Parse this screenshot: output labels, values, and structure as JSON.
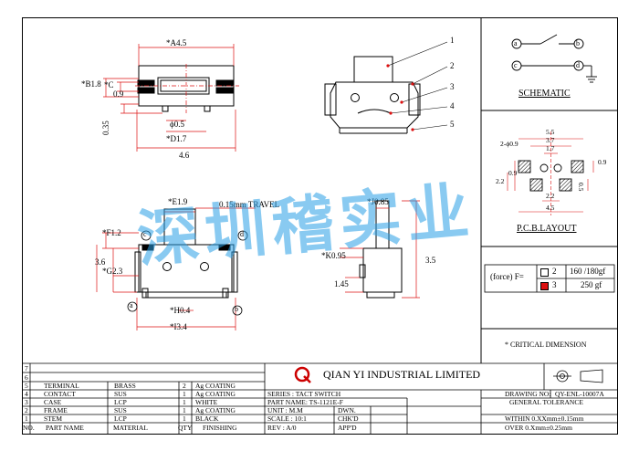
{
  "top_view": {
    "dim_a": "*A4.5",
    "dim_b": "*B1.8",
    "dim_c": "*C",
    "dim_c_val": "0.9",
    "dim_phi": "ϕ0.5",
    "dim_d": "*D1.7",
    "dim_035": "0.35",
    "dim_46": "4.6"
  },
  "side_view": {
    "dim_e": "*E1.9",
    "travel": "0.15mm  TRAVEL",
    "dim_f": "*F1.2",
    "dim_36": "3.6",
    "dim_g": "*G2.3",
    "dim_h": "*H0.4",
    "dim_i": "*I3.4",
    "pin_a": "a",
    "pin_b": "b",
    "pin_c": "c",
    "pin_d": "d"
  },
  "end_view": {
    "dim_j": "*J0.85",
    "dim_k": "*K0.95",
    "dim_35": "3.5",
    "dim_145": "1.45"
  },
  "callouts": [
    "1",
    "2",
    "3",
    "4",
    "5"
  ],
  "schematic": {
    "title": "SCHEMATIC",
    "nodes": [
      "a",
      "b",
      "c",
      "d"
    ]
  },
  "pcb": {
    "title": "P.C.B.LAYOUT",
    "dims": {
      "d55": "5.5",
      "d37": "3.7",
      "d17": "1.7",
      "hole": "2-ϕ0.9",
      "d09a": "0.9",
      "d09b": "0.9",
      "d22v": "2.2",
      "d22h": "2.2",
      "d05": "0.5",
      "d45": "4.5"
    }
  },
  "force": {
    "label": "(force) F=",
    "rows": [
      {
        "num": "2",
        "value": "160 /180gf",
        "swatch": "#ffffff"
      },
      {
        "num": "3",
        "value": "250 gf",
        "swatch": "#d11"
      }
    ]
  },
  "critical": "* CRITICAL  DIMENSION",
  "title_block": {
    "company": "QIAN YI INDUSTRIAL LIMITED",
    "series": "SERIES : TACT SWITCH",
    "part_name": "PART NAME: TS-1121E-F",
    "unit": "UNIT : M.M",
    "dwn": "DWN.",
    "scale": "SCALE : 10:1",
    "chkd": "CHK'D",
    "rev": "REV  : A/0",
    "appd": "APP'D",
    "drawing_no_label": "DRAWING NO:",
    "drawing_no": "QY-ENL-10007A",
    "general_tolerance": "GENERAL TOLERANCE",
    "within": "WITHIN  0.XXmm±0.15mm",
    "over": "OVER   0.Xmm±0.25mm"
  },
  "bom": {
    "rows": [
      {
        "no": "7",
        "part": "",
        "material": "",
        "qty": "",
        "finish": ""
      },
      {
        "no": "6",
        "part": "",
        "material": "",
        "qty": "",
        "finish": ""
      },
      {
        "no": "5",
        "part": "TERMINAL",
        "material": "BRASS",
        "qty": "2",
        "finish": "Ag COATING"
      },
      {
        "no": "4",
        "part": "CONTACT",
        "material": "SUS",
        "qty": "1",
        "finish": "Ag COATING"
      },
      {
        "no": "3",
        "part": "CASE",
        "material": "LCP",
        "qty": "1",
        "finish": "WHITE"
      },
      {
        "no": "2",
        "part": "FRAME",
        "material": "SUS",
        "qty": "1",
        "finish": "Ag COATING"
      },
      {
        "no": "1",
        "part": "STEM",
        "material": "LCP",
        "qty": "1",
        "finish": "BLACK"
      }
    ],
    "header": {
      "no": "NO.",
      "part": "PART NAME",
      "material": "MATERIAL",
      "qty": "QTY",
      "finish": "FINISHING"
    }
  },
  "watermark": "深圳稽实业"
}
